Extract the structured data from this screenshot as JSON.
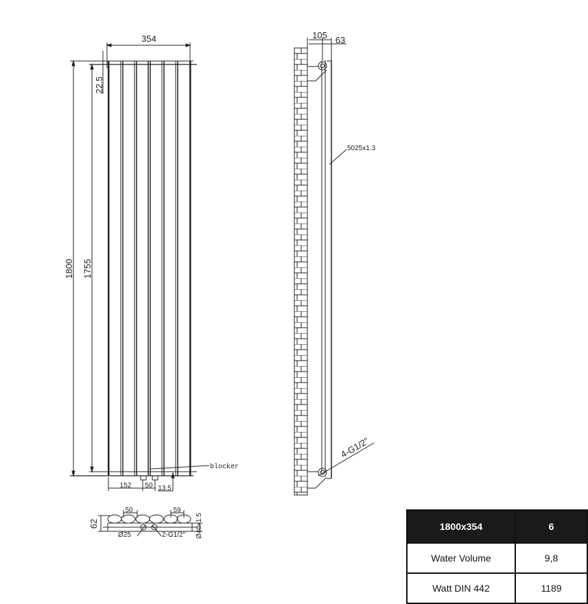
{
  "front_view": {
    "width_label": "354",
    "total_height_label": "1800",
    "pipe_centres_label": "1755",
    "top_offset_label": "22.5",
    "bottom_left_label": "152",
    "bottom_mid_label": "50",
    "bottom_right_label": "13.5",
    "blocker_label": "blocker",
    "column_count": 6
  },
  "side_view": {
    "depth_label": "105",
    "wall_offset_label": "63",
    "tube_label": "5025x1.3",
    "connection_label": "4-G1/2\""
  },
  "top_view": {
    "pitch_left_label": "50",
    "pitch_right_label": "59",
    "depth_label": "62",
    "header_label": "Ø40x1.5",
    "valve_label": "Ø25",
    "connection_label": "2-G1/2\""
  },
  "spec_table": {
    "header": {
      "model": "1800x354",
      "columns": "6"
    },
    "rows": [
      {
        "label": "Water Volume",
        "value": "9,8"
      },
      {
        "label": "Watt DIN 442",
        "value": "1189"
      }
    ]
  }
}
